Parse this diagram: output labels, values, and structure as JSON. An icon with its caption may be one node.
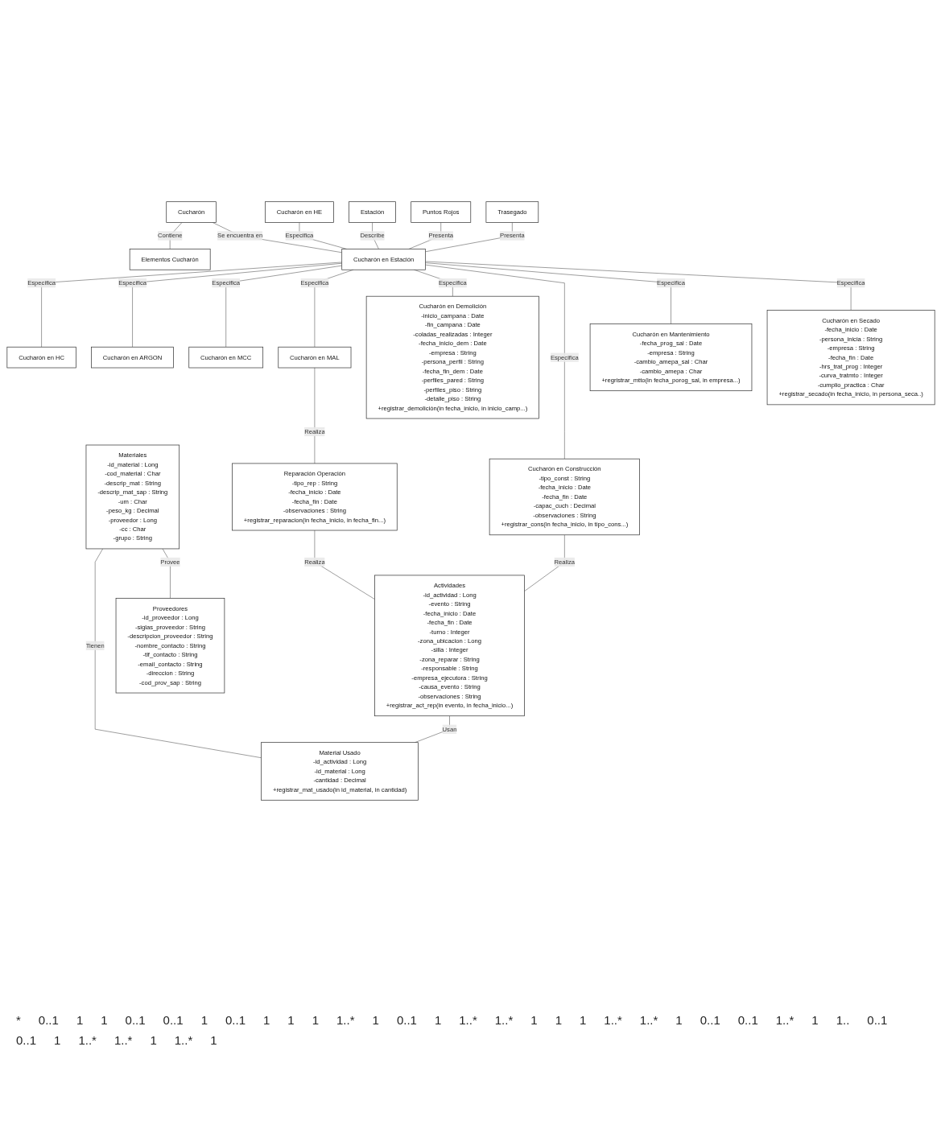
{
  "diagram": {
    "nodes": [
      {
        "text": [
          "Elementos Cucharón"
        ]
      },
      {
        "text": [
          "Cucharón en HE"
        ]
      },
      {
        "text": [
          "Cucharón en HC"
        ]
      },
      {
        "text": [
          "Cucharón"
        ]
      },
      {
        "text": [
          "Cucharón en ARGON"
        ]
      },
      {
        "text": [
          "Estación"
        ]
      },
      {
        "text": [
          "Cucharón en MCC"
        ]
      },
      {
        "text": [
          "Puntos Rojos"
        ]
      },
      {
        "text": [
          "Cucharón en Estación"
        ]
      },
      {
        "text": [
          "Cucharón en MAL"
        ]
      },
      {
        "text": [
          "Trasegado"
        ]
      },
      {
        "text": [
          "Reparación Operación",
          "-tipo_rep : String",
          "-fecha_inicio : Date",
          "-fecha_fin : Date",
          "-observaciones : String",
          "+registrar_reparacion(in fecha_inicio, in fecha_fin...)"
        ]
      },
      {
        "text": [
          "Cucharón en Demolición",
          "-inicio_campana : Date",
          "-fin_campana : Date",
          "-coladas_realizadas : Integer",
          "-fecha_inicio_dem : Date",
          "-empresa : String",
          "-persona_perfil : String",
          "-fecha_fin_dem : Date",
          "-perfiles_pared : String",
          "-perfiles_piso : String",
          "-detalle_piso : String",
          "+registrar_demolición(in fecha_inicio, in inicio_camp...)"
        ]
      },
      {
        "text": [
          "Cucharón en Construcción",
          "-tipo_const : String",
          "-fecha_inicio : Date",
          "-fecha_fin : Date",
          "-capac_cuch : Decimal",
          "-observaciones : String",
          "+registrar_cons(in fecha_inicio, in tipo_cons...)"
        ]
      },
      {
        "text": [
          "Actividades",
          "-id_actividad : Long",
          "-evento : String",
          "-fecha_inicio : Date",
          "-fecha_fin : Date",
          "-turno : Integer",
          "-zona_ubicacion : Long",
          "-silla : Integer",
          "-zona_reparar : String",
          "-responsable : String",
          "-empresa_ejecutora : String",
          "-causa_evento : String",
          "-observaciones : String",
          "+registrar_act_rep(in evento, in fecha_inicio...)"
        ]
      },
      {
        "text": [
          "Cucharón en Mantenimiento",
          "-fecha_prog_sal : Date",
          "-empresa : String",
          "-cambio_amepa_sal : Char",
          "-cambio_amepa : Char",
          "+regristrar_mtto(in fecha_porog_sal, in empresa...)"
        ]
      },
      {
        "text": [
          "Cucharón en Secado",
          "-fecha_inicio : Date",
          "-persona_inicia : String",
          "-empresa : String",
          "-fecha_fin : Date",
          "-hrs_trat_prog : Integer",
          "-curva_tratmto : Integer",
          "-cumplio_practica : Char",
          "+registrar_secado(in fecha_inicio, in persona_seca..)"
        ]
      },
      {
        "text": [
          "Material Usado",
          "-id_actividad : Long",
          "-id_material : Long",
          "-cantidad : Decimal",
          "+registrar_mat_usado(in id_material, in cantidad)"
        ]
      },
      {
        "text": [
          "Materiales",
          "-id_material : Long",
          "-cod_material : Char",
          "-descrip_mat : String",
          "-descrip_mat_sap : String",
          "-um : Char",
          "-peso_kg : Decimal",
          "-proveedor : Long",
          "-cc : Char",
          "-grupo : String"
        ]
      },
      {
        "text": [
          "Proveedores",
          "-id_proveedor : Long",
          "-siglas_proveedor : String",
          "-descripcion_proveedor : String",
          "-nombre_contacto : String",
          "-tlf_contacto : String",
          "-email_contacto : String",
          "-direccion : String",
          "-cod_prov_sap : String"
        ]
      }
    ],
    "edges": [
      {
        "from": 3,
        "to": 0,
        "arrow": "none",
        "label": "Contiene"
      },
      {
        "from": 3,
        "to": 8,
        "arrow": "none",
        "label": "Se encuentra en"
      },
      {
        "from": 1,
        "to": 8,
        "arrow": "none",
        "label": "Especifica"
      },
      {
        "from": 8,
        "to": 2,
        "arrow": "none",
        "label": "Especifica"
      },
      {
        "from": 8,
        "to": 4,
        "arrow": "none",
        "label": "Especifica"
      },
      {
        "from": 8,
        "to": 6,
        "arrow": "none",
        "label": "Especifica"
      },
      {
        "from": 5,
        "to": 8,
        "arrow": "none",
        "label": "Describe"
      },
      {
        "from": 7,
        "to": 8,
        "arrow": "none",
        "label": "Presenta"
      },
      {
        "from": 10,
        "to": 8,
        "arrow": "none",
        "label": "Presenta"
      },
      {
        "from": 8,
        "to": 9,
        "arrow": "none",
        "label": "Especifica"
      },
      {
        "from": 9,
        "to": 11,
        "arrow": "none",
        "label": "Realiza"
      },
      {
        "from": 8,
        "to": 12,
        "arrow": "none",
        "label": "Especifica"
      },
      {
        "from": 8,
        "to": 13,
        "arrow": "none",
        "label": "Especifica"
      },
      {
        "from": 8,
        "to": 15,
        "arrow": "none",
        "label": "Especifica"
      },
      {
        "from": 8,
        "to": 16,
        "arrow": "none",
        "label": "Especifica"
      },
      {
        "from": 13,
        "to": 14,
        "arrow": "none",
        "label": "Realiza"
      },
      {
        "from": 11,
        "to": 14,
        "arrow": "none",
        "label": "Realiza"
      },
      {
        "from": 14,
        "to": 17,
        "arrow": "none",
        "label": "Usan"
      },
      {
        "from": 18,
        "to": 17,
        "arrow": "none",
        "label": "Tienen"
      },
      {
        "from": 18,
        "to": 19,
        "arrow": "none",
        "label": "Provee"
      }
    ],
    "labels": [
      "*",
      "0..1",
      "1",
      "1",
      "0..1",
      "0..1",
      "1",
      "0..1",
      "1",
      "1",
      "1",
      "1..*",
      "1",
      "0..1",
      "1",
      "1..*",
      "1..*",
      "1",
      "1",
      "1",
      "1..*",
      "1..*",
      "1",
      "0..1",
      "0..1",
      "1..*",
      "1",
      "1..",
      "0..1",
      "0..1",
      "1",
      "1..*",
      "1..*",
      "1",
      "1..*",
      "1"
    ]
  }
}
